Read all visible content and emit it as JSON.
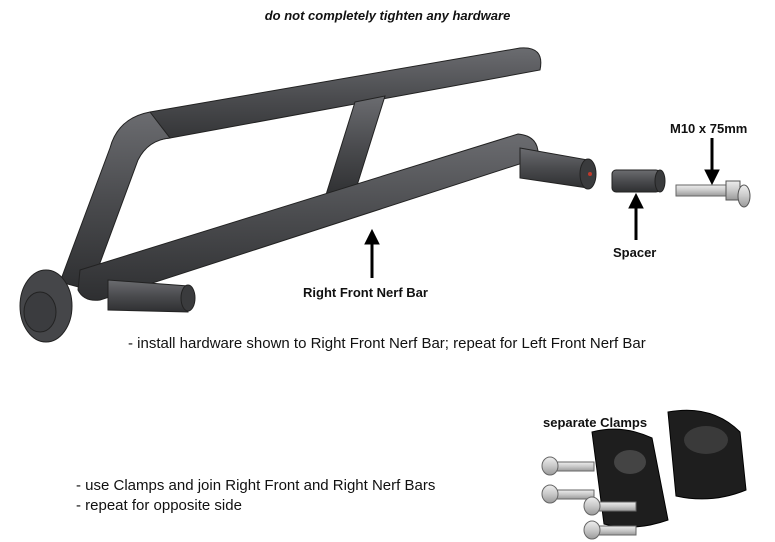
{
  "header": {
    "warning": "do not completely tighten any hardware"
  },
  "callouts": {
    "bolt": "M10 x 75mm",
    "spacer": "Spacer",
    "nerf_bar": "Right Front Nerf Bar",
    "clamps": "separate Clamps"
  },
  "steps": {
    "install": "-  install hardware shown to Right Front Nerf Bar; repeat for Left Front Nerf Bar",
    "clamps_join": "-  use Clamps and join Right Front and Right Nerf Bars",
    "repeat": "-  repeat for opposite side"
  },
  "colors": {
    "tube": "#4a4b4e",
    "tube_dark": "#2e2f31",
    "tube_light": "#6b6c70",
    "metal": "#cfcfcf",
    "clamp": "#1e1e1e"
  }
}
